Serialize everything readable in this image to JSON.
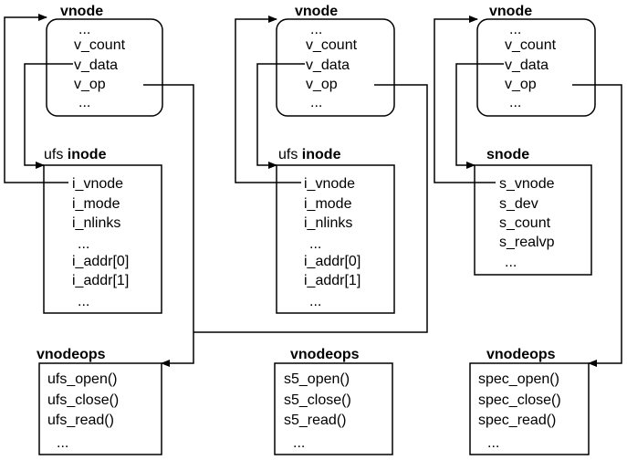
{
  "columns": [
    {
      "vnode": {
        "title": "vnode",
        "fields": [
          "...",
          "v_count",
          "v_data",
          "v_op",
          "..."
        ]
      },
      "data_node": {
        "prefix": "ufs ",
        "title": "inode",
        "fields": [
          "i_vnode",
          "i_mode",
          "i_nlinks",
          "...",
          "i_addr[0]",
          "i_addr[1]",
          "..."
        ]
      },
      "ops": {
        "title": "vnodeops",
        "fields": [
          "ufs_open()",
          "ufs_close()",
          "ufs_read()",
          "..."
        ]
      }
    },
    {
      "vnode": {
        "title": "vnode",
        "fields": [
          "...",
          "v_count",
          "v_data",
          "v_op",
          "..."
        ]
      },
      "data_node": {
        "prefix": "ufs ",
        "title": "inode",
        "fields": [
          "i_vnode",
          "i_mode",
          "i_nlinks",
          "...",
          "i_addr[0]",
          "i_addr[1]",
          "..."
        ]
      },
      "ops": {
        "title": "vnodeops",
        "fields": [
          "s5_open()",
          "s5_close()",
          "s5_read()",
          "..."
        ]
      }
    },
    {
      "vnode": {
        "title": "vnode",
        "fields": [
          "...",
          "v_count",
          "v_data",
          "v_op",
          "..."
        ]
      },
      "data_node": {
        "prefix": "",
        "title": "snode",
        "fields": [
          "s_vnode",
          "s_dev",
          "s_count",
          "s_realvp",
          "..."
        ]
      },
      "ops": {
        "title": "vnodeops",
        "fields": [
          "spec_open()",
          "spec_close()",
          "spec_read()",
          "..."
        ]
      }
    }
  ]
}
